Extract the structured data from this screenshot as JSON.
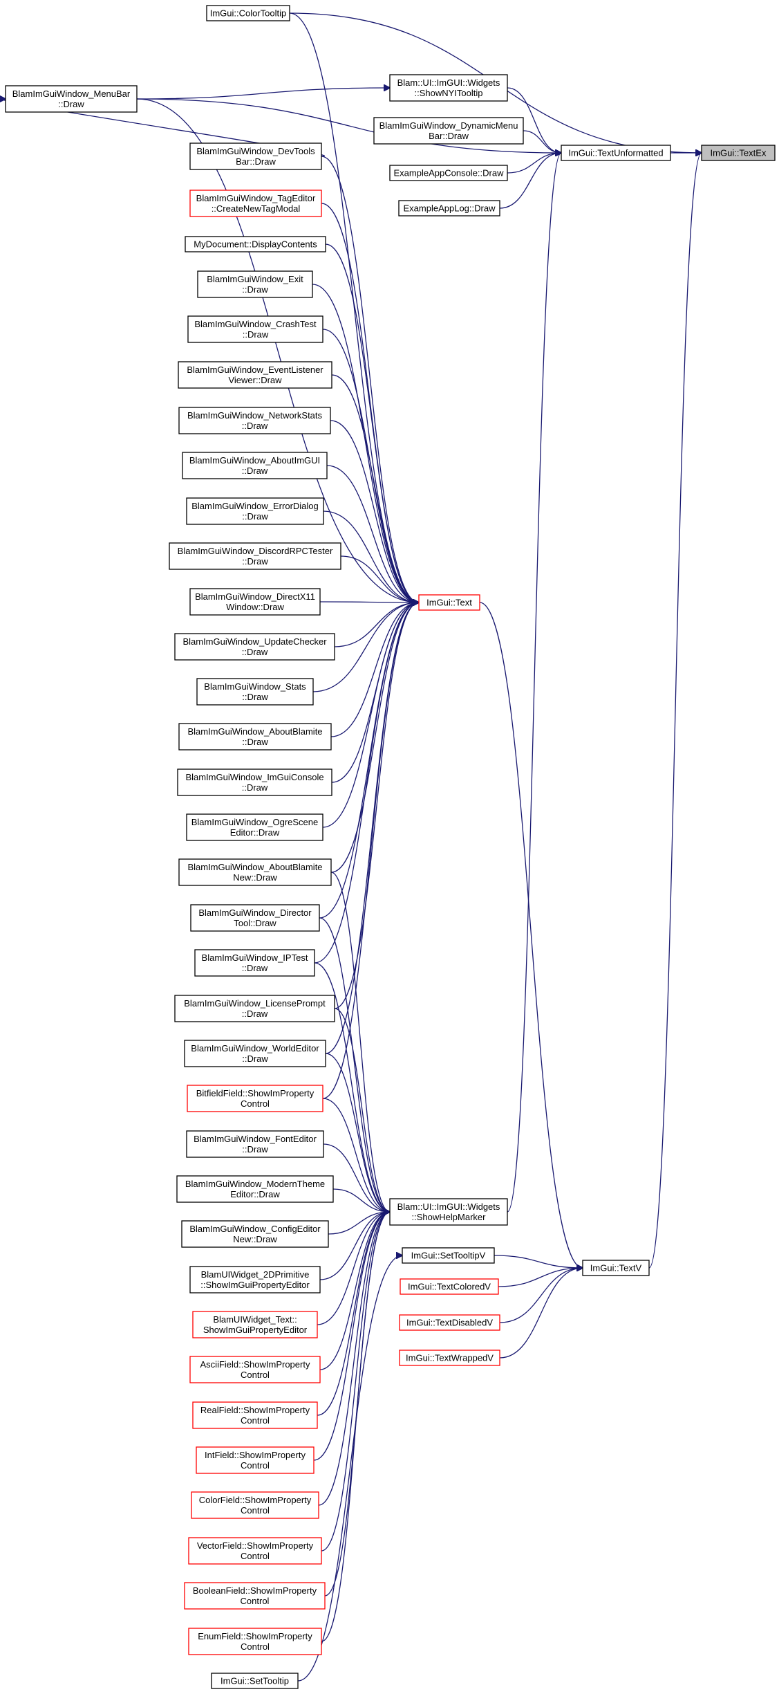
{
  "graph": {
    "nodes": [
      {
        "id": "colortooltip",
        "lines": [
          "ImGui::ColorTooltip"
        ],
        "style": "black"
      },
      {
        "id": "menubar",
        "lines": [
          "BlamImGuiWindow_MenuBar",
          "::Draw"
        ],
        "style": "black"
      },
      {
        "id": "shownyi",
        "lines": [
          "Blam::UI::ImGUI::Widgets",
          "::ShowNYITooltip"
        ],
        "style": "black"
      },
      {
        "id": "dynmenubar",
        "lines": [
          "BlamImGuiWindow_DynamicMenu",
          "Bar::Draw"
        ],
        "style": "black"
      },
      {
        "id": "textunformatted",
        "lines": [
          "ImGui::TextUnformatted"
        ],
        "style": "black"
      },
      {
        "id": "textex",
        "lines": [
          "ImGui::TextEx"
        ],
        "style": "grey"
      },
      {
        "id": "devtools",
        "lines": [
          "BlamImGuiWindow_DevTools",
          "Bar::Draw"
        ],
        "style": "black"
      },
      {
        "id": "appconsole",
        "lines": [
          "ExampleAppConsole::Draw"
        ],
        "style": "black"
      },
      {
        "id": "applog",
        "lines": [
          "ExampleAppLog::Draw"
        ],
        "style": "black"
      },
      {
        "id": "tageditor",
        "lines": [
          "BlamImGuiWindow_TagEditor",
          "::CreateNewTagModal"
        ],
        "style": "red"
      },
      {
        "id": "mydocument",
        "lines": [
          "MyDocument::DisplayContents"
        ],
        "style": "black"
      },
      {
        "id": "exit",
        "lines": [
          "BlamImGuiWindow_Exit",
          "::Draw"
        ],
        "style": "black"
      },
      {
        "id": "crashtest",
        "lines": [
          "BlamImGuiWindow_CrashTest",
          "::Draw"
        ],
        "style": "black"
      },
      {
        "id": "eventlistener",
        "lines": [
          "BlamImGuiWindow_EventListener",
          "Viewer::Draw"
        ],
        "style": "black"
      },
      {
        "id": "networkstats",
        "lines": [
          "BlamImGuiWindow_NetworkStats",
          "::Draw"
        ],
        "style": "black"
      },
      {
        "id": "aboutimgui",
        "lines": [
          "BlamImGuiWindow_AboutImGUI",
          "::Draw"
        ],
        "style": "black"
      },
      {
        "id": "errordialog",
        "lines": [
          "BlamImGuiWindow_ErrorDialog",
          "::Draw"
        ],
        "style": "black"
      },
      {
        "id": "discordrpc",
        "lines": [
          "BlamImGuiWindow_DiscordRPCTester",
          "::Draw"
        ],
        "style": "black"
      },
      {
        "id": "imguitext",
        "lines": [
          "ImGui::Text"
        ],
        "style": "red"
      },
      {
        "id": "directx11",
        "lines": [
          "BlamImGuiWindow_DirectX11",
          "Window::Draw"
        ],
        "style": "black"
      },
      {
        "id": "updatechecker",
        "lines": [
          "BlamImGuiWindow_UpdateChecker",
          "::Draw"
        ],
        "style": "black"
      },
      {
        "id": "stats",
        "lines": [
          "BlamImGuiWindow_Stats",
          "::Draw"
        ],
        "style": "black"
      },
      {
        "id": "aboutblamite",
        "lines": [
          "BlamImGuiWindow_AboutBlamite",
          "::Draw"
        ],
        "style": "black"
      },
      {
        "id": "imguiconsole",
        "lines": [
          "BlamImGuiWindow_ImGuiConsole",
          "::Draw"
        ],
        "style": "black"
      },
      {
        "id": "ogrescene",
        "lines": [
          "BlamImGuiWindow_OgreScene",
          "Editor::Draw"
        ],
        "style": "black"
      },
      {
        "id": "aboutblamitenew",
        "lines": [
          "BlamImGuiWindow_AboutBlamite",
          "New::Draw"
        ],
        "style": "black"
      },
      {
        "id": "director",
        "lines": [
          "BlamImGuiWindow_Director",
          "Tool::Draw"
        ],
        "style": "black"
      },
      {
        "id": "iptest",
        "lines": [
          "BlamImGuiWindow_IPTest",
          "::Draw"
        ],
        "style": "black"
      },
      {
        "id": "licenseprompt",
        "lines": [
          "BlamImGuiWindow_LicensePrompt",
          "::Draw"
        ],
        "style": "black"
      },
      {
        "id": "worldeditor",
        "lines": [
          "BlamImGuiWindow_WorldEditor",
          "::Draw"
        ],
        "style": "black"
      },
      {
        "id": "bitfield",
        "lines": [
          "BitfieldField::ShowImProperty",
          "Control"
        ],
        "style": "red"
      },
      {
        "id": "fonteditor",
        "lines": [
          "BlamImGuiWindow_FontEditor",
          "::Draw"
        ],
        "style": "black"
      },
      {
        "id": "moderntheme",
        "lines": [
          "BlamImGuiWindow_ModernTheme",
          "Editor::Draw"
        ],
        "style": "black"
      },
      {
        "id": "showhelpmarker",
        "lines": [
          "Blam::UI::ImGUI::Widgets",
          "::ShowHelpMarker"
        ],
        "style": "black"
      },
      {
        "id": "configeditor",
        "lines": [
          "BlamImGuiWindow_ConfigEditor",
          "New::Draw"
        ],
        "style": "black"
      },
      {
        "id": "settooltipv",
        "lines": [
          "ImGui::SetTooltipV"
        ],
        "style": "black"
      },
      {
        "id": "textv",
        "lines": [
          "ImGui::TextV"
        ],
        "style": "black"
      },
      {
        "id": "primitive2d",
        "lines": [
          "BlamUIWidget_2DPrimitive",
          "::ShowImGuiPropertyEditor"
        ],
        "style": "black"
      },
      {
        "id": "textcoloredv",
        "lines": [
          "ImGui::TextColoredV"
        ],
        "style": "red"
      },
      {
        "id": "uiwidgettext",
        "lines": [
          "BlamUIWidget_Text::",
          "ShowImGuiPropertyEditor"
        ],
        "style": "red"
      },
      {
        "id": "textdisabledv",
        "lines": [
          "ImGui::TextDisabledV"
        ],
        "style": "red"
      },
      {
        "id": "textwrappedv",
        "lines": [
          "ImGui::TextWrappedV"
        ],
        "style": "red"
      },
      {
        "id": "asciifield",
        "lines": [
          "AsciiField::ShowImProperty",
          "Control"
        ],
        "style": "red"
      },
      {
        "id": "realfield",
        "lines": [
          "RealField::ShowImProperty",
          "Control"
        ],
        "style": "red"
      },
      {
        "id": "intfield",
        "lines": [
          "IntField::ShowImProperty",
          "Control"
        ],
        "style": "red"
      },
      {
        "id": "colorfield",
        "lines": [
          "ColorField::ShowImProperty",
          "Control"
        ],
        "style": "red"
      },
      {
        "id": "vectorfield",
        "lines": [
          "VectorField::ShowImProperty",
          "Control"
        ],
        "style": "red"
      },
      {
        "id": "booleanfield",
        "lines": [
          "BooleanField::ShowImProperty",
          "Control"
        ],
        "style": "red"
      },
      {
        "id": "enumfield",
        "lines": [
          "EnumField::ShowImProperty",
          "Control"
        ],
        "style": "red"
      },
      {
        "id": "settooltip",
        "lines": [
          "ImGui::SetTooltip"
        ],
        "style": "black"
      }
    ],
    "edges": [
      [
        "colortooltip",
        "textex"
      ],
      [
        "menubar",
        "textunformatted"
      ],
      [
        "menubar",
        "shownyi"
      ],
      [
        "menubar",
        "imguitext"
      ],
      [
        "shownyi",
        "textunformatted"
      ],
      [
        "dynmenubar",
        "textunformatted"
      ],
      [
        "appconsole",
        "textunformatted"
      ],
      [
        "applog",
        "textunformatted"
      ],
      [
        "textunformatted",
        "textex"
      ],
      [
        "devtools",
        "menubar"
      ],
      [
        "devtools",
        "imguitext"
      ],
      [
        "colortooltip",
        "imguitext"
      ],
      [
        "tageditor",
        "imguitext"
      ],
      [
        "mydocument",
        "imguitext"
      ],
      [
        "exit",
        "imguitext"
      ],
      [
        "crashtest",
        "imguitext"
      ],
      [
        "eventlistener",
        "imguitext"
      ],
      [
        "networkstats",
        "imguitext"
      ],
      [
        "aboutimgui",
        "imguitext"
      ],
      [
        "errordialog",
        "imguitext"
      ],
      [
        "discordrpc",
        "imguitext"
      ],
      [
        "directx11",
        "imguitext"
      ],
      [
        "updatechecker",
        "imguitext"
      ],
      [
        "stats",
        "imguitext"
      ],
      [
        "aboutblamite",
        "imguitext"
      ],
      [
        "imguiconsole",
        "imguitext"
      ],
      [
        "ogrescene",
        "imguitext"
      ],
      [
        "aboutblamitenew",
        "imguitext"
      ],
      [
        "director",
        "imguitext"
      ],
      [
        "iptest",
        "imguitext"
      ],
      [
        "licenseprompt",
        "imguitext"
      ],
      [
        "worldeditor",
        "imguitext"
      ],
      [
        "bitfield",
        "imguitext"
      ],
      [
        "imguitext",
        "textv"
      ],
      [
        "showhelpmarker",
        "textunformatted"
      ],
      [
        "aboutblamitenew",
        "showhelpmarker"
      ],
      [
        "director",
        "showhelpmarker"
      ],
      [
        "iptest",
        "showhelpmarker"
      ],
      [
        "licenseprompt",
        "showhelpmarker"
      ],
      [
        "worldeditor",
        "showhelpmarker"
      ],
      [
        "bitfield",
        "showhelpmarker"
      ],
      [
        "fonteditor",
        "showhelpmarker"
      ],
      [
        "moderntheme",
        "showhelpmarker"
      ],
      [
        "configeditor",
        "showhelpmarker"
      ],
      [
        "primitive2d",
        "showhelpmarker"
      ],
      [
        "uiwidgettext",
        "showhelpmarker"
      ],
      [
        "asciifield",
        "showhelpmarker"
      ],
      [
        "realfield",
        "showhelpmarker"
      ],
      [
        "intfield",
        "showhelpmarker"
      ],
      [
        "colorfield",
        "showhelpmarker"
      ],
      [
        "vectorfield",
        "showhelpmarker"
      ],
      [
        "booleanfield",
        "showhelpmarker"
      ],
      [
        "enumfield",
        "showhelpmarker"
      ],
      [
        "settooltip",
        "settooltipv"
      ],
      [
        "settooltipv",
        "textv"
      ],
      [
        "textcoloredv",
        "textv"
      ],
      [
        "textdisabledv",
        "textv"
      ],
      [
        "textwrappedv",
        "textv"
      ],
      [
        "textv",
        "textex"
      ]
    ]
  }
}
